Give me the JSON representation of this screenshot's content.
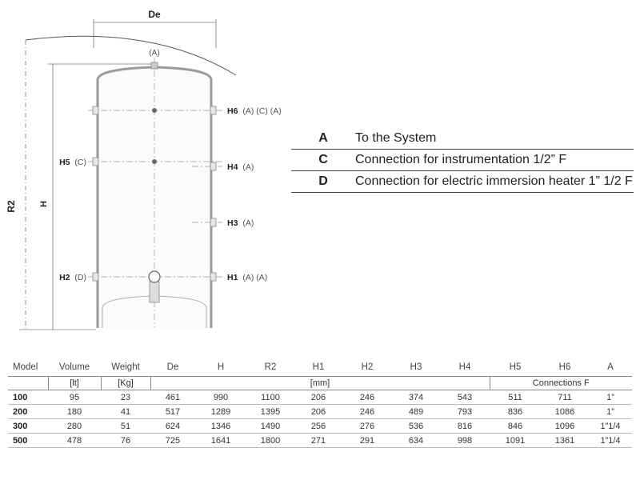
{
  "diagram": {
    "dim_top": "De",
    "dim_outer": "R2",
    "dim_height": "H",
    "top_connection": "(A)",
    "connections_right": [
      {
        "code": "H6",
        "types": "(A) (C) (A)"
      },
      {
        "code": "H4",
        "types": "(A)"
      },
      {
        "code": "H3",
        "types": "(A)"
      },
      {
        "code": "H1",
        "types": "(A) (A)"
      }
    ],
    "connections_left": [
      {
        "code": "H5",
        "types": "(C)"
      },
      {
        "code": "H2",
        "types": "(D)"
      }
    ]
  },
  "legend": [
    {
      "code": "A",
      "text": "To the System"
    },
    {
      "code": "C",
      "text": "Connection for instrumentation 1/2” F"
    },
    {
      "code": "D",
      "text": "Connection for electric immersion heater  1” 1/2  F"
    }
  ],
  "table": {
    "headers": [
      "Model",
      "Volume",
      "Weight",
      "De",
      "H",
      "R2",
      "H1",
      "H2",
      "H3",
      "H4",
      "H5",
      "H6",
      "A"
    ],
    "units": {
      "volume": "[lt]",
      "weight": "[Kg]",
      "mm": "[mm]",
      "connections": "Connections  F"
    },
    "rows": [
      [
        "100",
        "95",
        "23",
        "461",
        "990",
        "1100",
        "206",
        "246",
        "374",
        "543",
        "511",
        "711",
        "1”"
      ],
      [
        "200",
        "180",
        "41",
        "517",
        "1289",
        "1395",
        "206",
        "246",
        "489",
        "793",
        "836",
        "1086",
        "1”"
      ],
      [
        "300",
        "280",
        "51",
        "624",
        "1346",
        "1490",
        "256",
        "276",
        "536",
        "816",
        "846",
        "1096",
        "1”1/4"
      ],
      [
        "500",
        "478",
        "76",
        "725",
        "1641",
        "1800",
        "271",
        "291",
        "634",
        "998",
        "1091",
        "1361",
        "1”1/4"
      ]
    ]
  }
}
